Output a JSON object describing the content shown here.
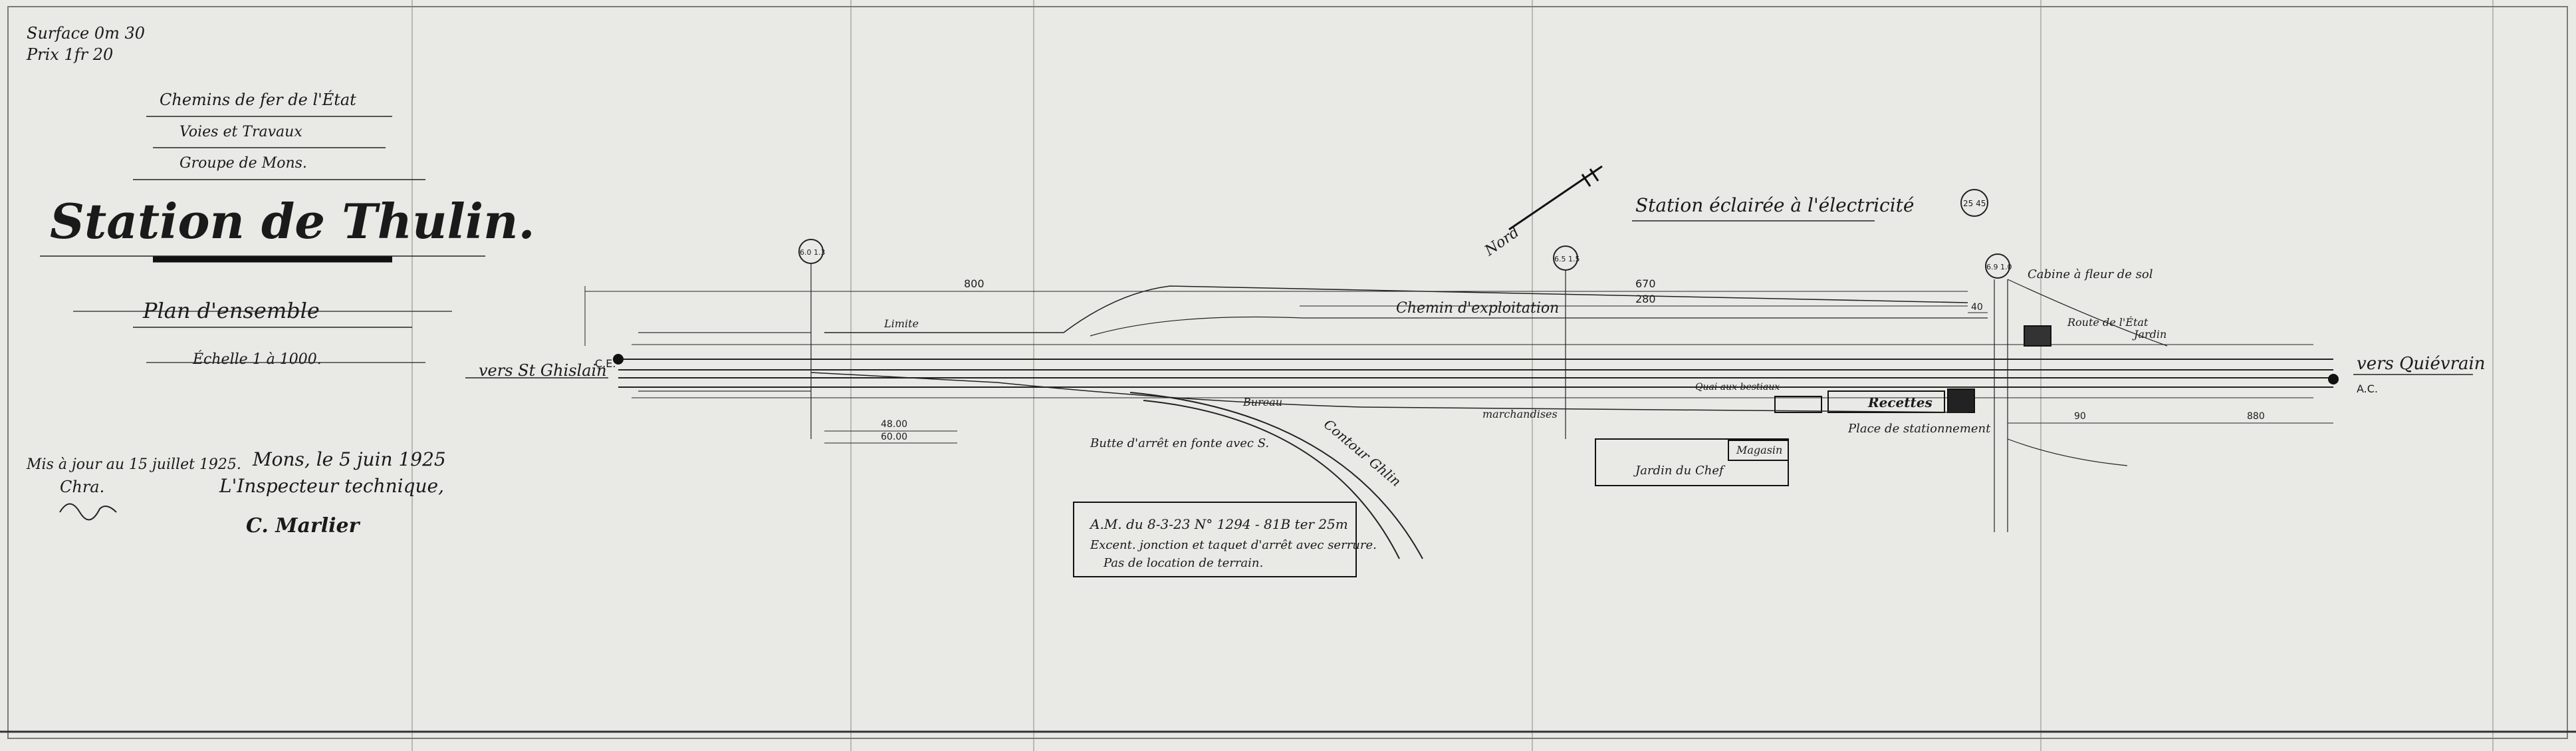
{
  "header": {
    "surface_line": "Surface 0m 30",
    "price_line": "Prix 1fr 20",
    "railway_name": "Chemins de fer de l'État",
    "department": "Voies et Travaux",
    "group": "Groupe de Mons.",
    "station_title": "Station de Thulin.",
    "plan_subtitle": "Plan d'ensemble",
    "scale": "Échelle 1 à 1000."
  },
  "signature_block": {
    "update_note": "Mis à jour au 15 juillet 1925.",
    "place_date": "Mons, le 5 juin 1925",
    "signer_role": "L'Inspecteur technique,",
    "signer_name": "C. Marlier"
  },
  "note_box": {
    "line1": "A.M. du 8-3-23 N° 1294 - 81B ter 25m",
    "line2": "Excent. jonction et taquet d'arrêt avec serrure.",
    "line3": "Pas de location de terrain."
  },
  "labels": {
    "lighting_note": "Station éclairée à l'électricité",
    "north": "Nord",
    "west_direction": "vers St Ghislain",
    "east_direction": "vers Quiévrain",
    "chemin_exploitation": "Chemin d'exploitation",
    "cabin_note": "Cabine à fleur de sol",
    "recettes": "Recettes",
    "place_stationnement": "Place de stationnement",
    "jardin": "Jardin",
    "magasin": "Magasin",
    "jardin_chef": "Jardin du Chef",
    "route_etat": "Route de l'État",
    "butte_arret": "Butte d'arrêt en fonte avec S.",
    "contour": "Contour Ghlin",
    "marchandises": "marchandises",
    "quai_aux_bestiaux": "Quai aux bestiaux",
    "limite": "Limite",
    "bureau": "Bureau",
    "ce_left": "C.E.",
    "ce_right": "A.C."
  },
  "markers": {
    "km_left": "6.0 1.3",
    "km_mid": "6.5 1.5",
    "km_right_top": "25 45",
    "km_right": "6.9 1.0"
  },
  "dimensions": {
    "d800": "800",
    "d670": "670",
    "d280": "280",
    "d40": "40",
    "d90": "90",
    "d48": "48.00",
    "d60": "60.00",
    "d880": "880"
  },
  "colors": {
    "paper": "#e9e9e6",
    "ink": "#161616"
  }
}
